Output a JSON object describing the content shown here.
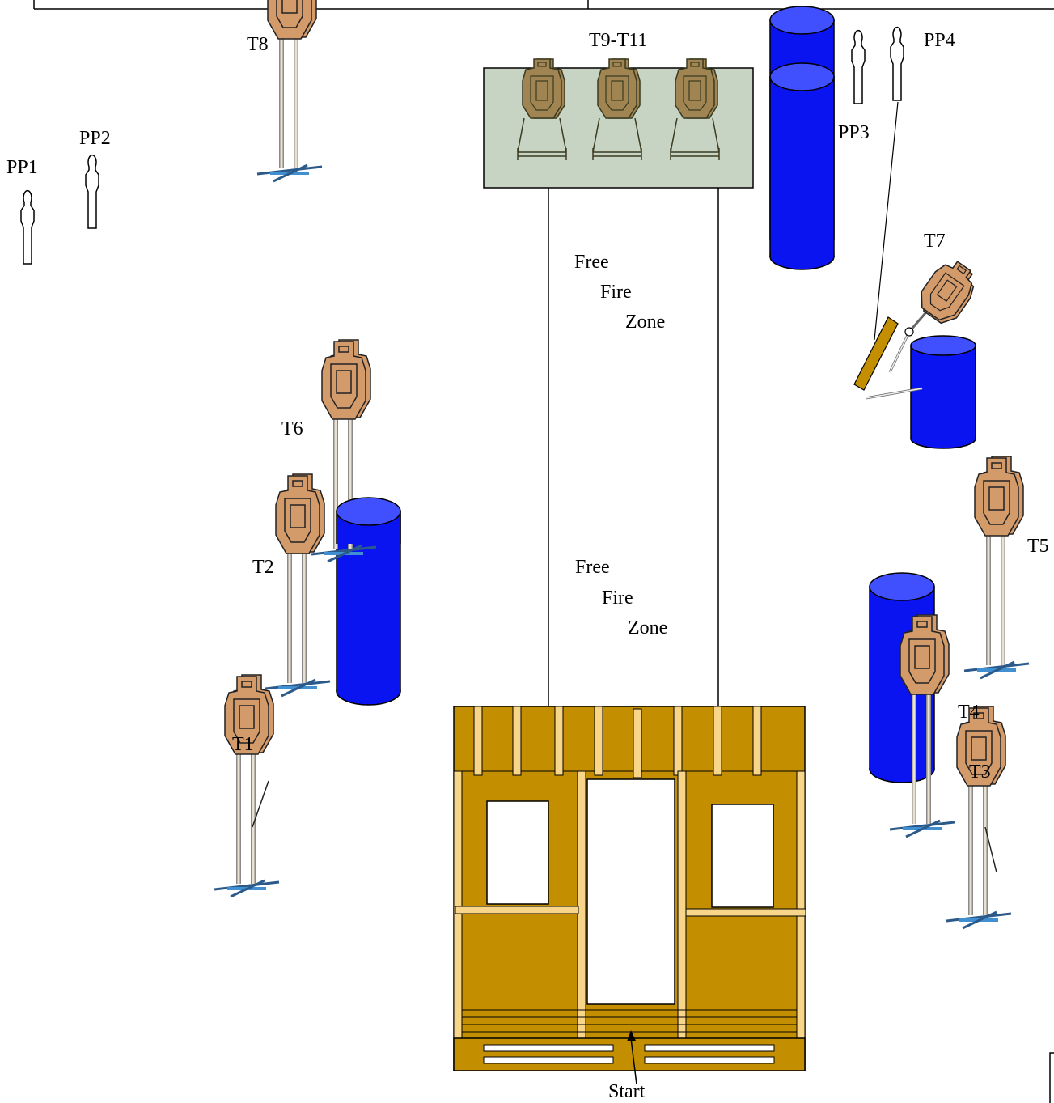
{
  "colors": {
    "barrel_blue": "#0a14f0",
    "barrel_top": "#4050ff",
    "target_tan": "#d39a6a",
    "target_line": "#222222",
    "steel_tan": "#a08552",
    "plate_box": "#c7d4c3",
    "wall_gold": "#c38f00",
    "lumber_light": "#f7d68a",
    "stand_blue": "#3f8fd1",
    "stand_dark": "#2b5a8a"
  },
  "icons": {
    "paper_target": "cardboard-silhouette-target",
    "steel_plate": "steel-plate-target",
    "no_shoot": "no-shoot-silhouette",
    "barrel": "blue-barrel",
    "swinger": "swinging-target-on-barrel",
    "wall": "wooden-shooting-wall"
  },
  "labels": {
    "t1": "T1",
    "t2": "T2",
    "t3": "T3",
    "t4": "T4",
    "t5": "T5",
    "t6": "T6",
    "t7": "T7",
    "t8": "T8",
    "t9_t11": "T9-T11",
    "pp1": "PP1",
    "pp2": "PP2",
    "pp3": "PP3",
    "pp4": "PP4",
    "zone_upper": [
      "Free",
      "Fire",
      "Zone"
    ],
    "zone_lower": [
      "Free",
      "Fire",
      "Zone"
    ],
    "start": "Start"
  }
}
